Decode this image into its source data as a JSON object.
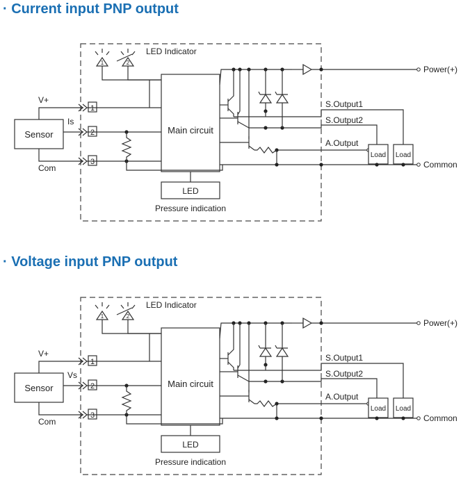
{
  "diagrams": [
    {
      "title": "· Current input PNP output",
      "labels": {
        "led_indicator": "LED Indicator",
        "led_1": "1",
        "led_2": "2",
        "vplus": "V+",
        "signal": "Is",
        "com": "Com",
        "sensor": "Sensor",
        "terminal_1": "1",
        "terminal_2": "2",
        "terminal_3": "3",
        "main_circuit": "Main circuit",
        "led": "LED",
        "pressure_indication": "Pressure indication",
        "power": "Power(+)",
        "s_output1": "S.Output1",
        "s_output2": "S.Output2",
        "a_output": "A.Output",
        "load1": "Load",
        "load2": "Load",
        "common": "Common"
      }
    },
    {
      "title": "· Voltage input PNP output",
      "labels": {
        "led_indicator": "LED Indicator",
        "led_1": "1",
        "led_2": "2",
        "vplus": "V+",
        "signal": "Vs",
        "com": "Com",
        "sensor": "Sensor",
        "terminal_1": "1",
        "terminal_2": "2",
        "terminal_3": "3",
        "main_circuit": "Main circuit",
        "led": "LED",
        "pressure_indication": "Pressure indication",
        "power": "Power(+)",
        "s_output1": "S.Output1",
        "s_output2": "S.Output2",
        "a_output": "A.Output",
        "load1": "Load",
        "load2": "Load",
        "common": "Common"
      }
    }
  ]
}
